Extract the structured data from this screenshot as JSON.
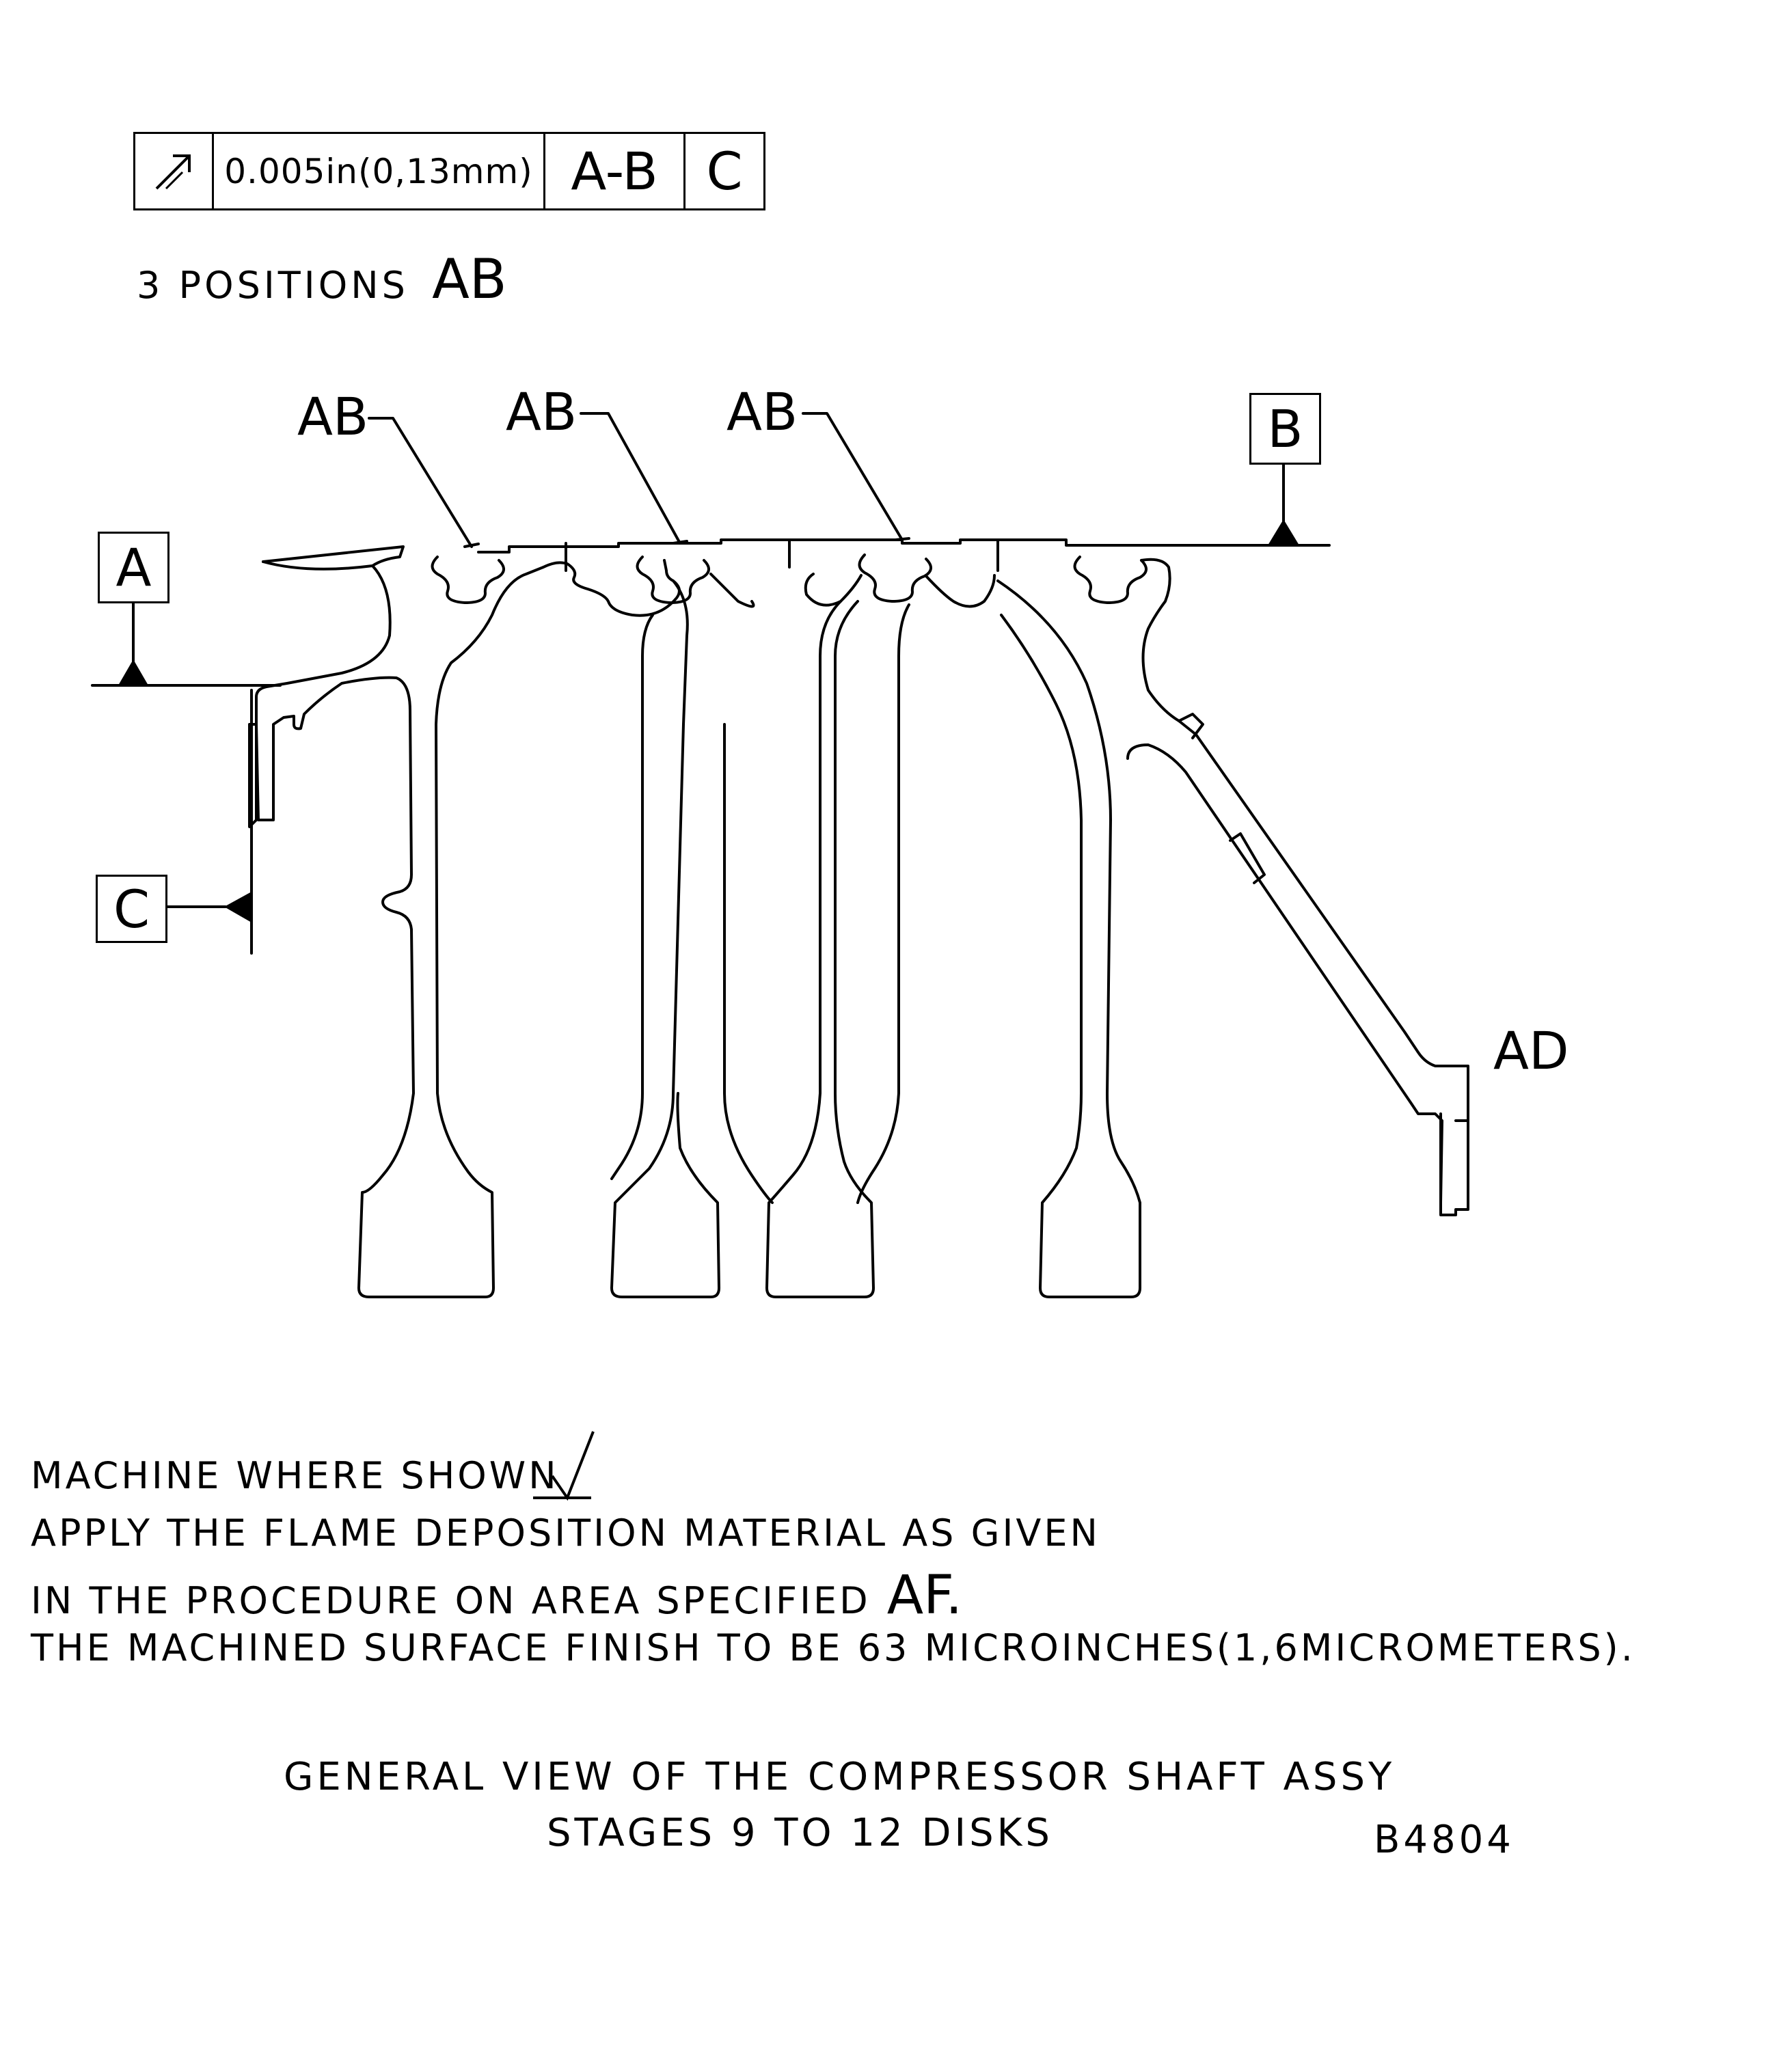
{
  "control_frame": {
    "symbol": "circular-runout-arrow-icon",
    "tolerance": "0.005in(0,13mm)",
    "datum_primary": "A-B",
    "datum_secondary": "C"
  },
  "positions_note": {
    "text": "3 POSITIONS",
    "area": "AB"
  },
  "callouts": {
    "ab_1": "AB",
    "ab_2": "AB",
    "ab_3": "AB",
    "ad": "AD"
  },
  "datums": {
    "a": "A",
    "b": "B",
    "c": "C"
  },
  "notes": {
    "machine": "MACHINE WHERE SHOWN",
    "machine_symbol": "machining-surface-symbol-icon",
    "apply_line1": "APPLY THE FLAME DEPOSITION MATERIAL AS GIVEN",
    "apply_line2": "IN THE PROCEDURE ON AREA SPECIFIED",
    "apply_area": "AF.",
    "finish": "THE MACHINED SURFACE FINISH TO BE 63 MICROINCHES(1,6MICROMETERS)."
  },
  "caption": {
    "line1": "GENERAL VIEW OF THE COMPRESSOR SHAFT ASSY",
    "line2": "STAGES 9 TO 12 DISKS",
    "figure_id": "B4804"
  }
}
